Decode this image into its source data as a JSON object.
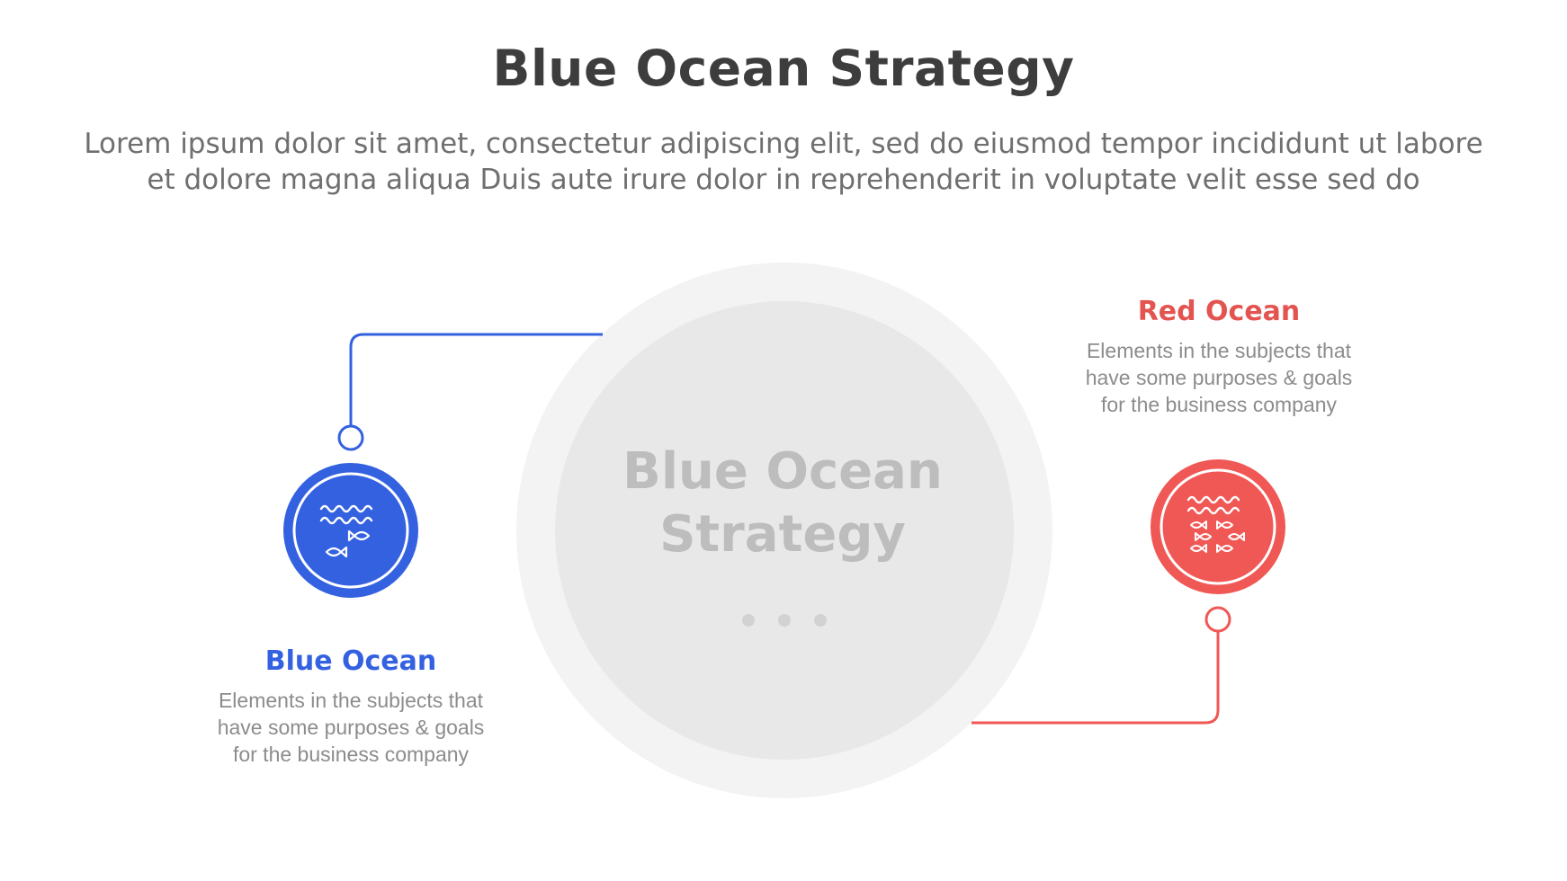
{
  "title": "Blue Ocean Strategy",
  "subtitle": {
    "line1": "Lorem ipsum dolor sit amet, consectetur adipiscing elit, sed do eiusmod tempor incididunt ut labore",
    "line2": "et dolore magna aliqua Duis aute irure dolor in reprehenderit in voluptate velit esse sed do"
  },
  "center": {
    "line1": "Blue Ocean",
    "line2": "Strategy"
  },
  "blue": {
    "title": "Blue Ocean",
    "desc1": "Elements in the subjects that",
    "desc2": "have  some purposes & goals",
    "desc3": "for the  business company",
    "color": "#3461e0",
    "icon": "fish-waves-icon"
  },
  "red": {
    "title": "Red Ocean",
    "desc1": "Elements in the subjects that",
    "desc2": "have  some purposes & goals",
    "desc3": "for the  business company",
    "color": "#f05856",
    "icon": "fish-school-icon"
  },
  "colors": {
    "outer_ring": "#f3f3f3",
    "inner_circle": "#e8e8e8",
    "center_text": "#bdbdbd",
    "dots": "#d2d2d2"
  }
}
